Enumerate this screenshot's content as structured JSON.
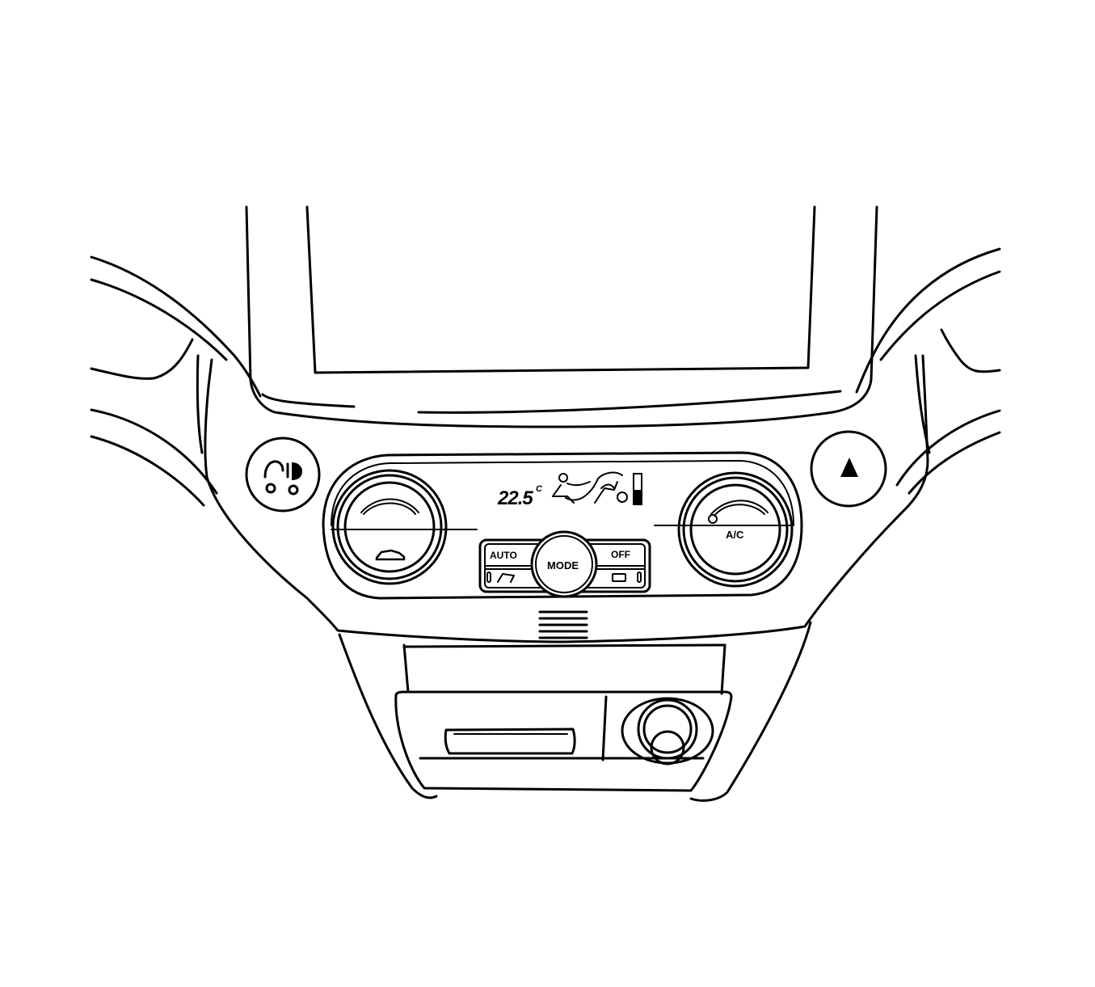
{
  "display": {
    "temperature": "22.5",
    "unit": "C"
  },
  "controls": {
    "auto_label": "AUTO",
    "mode_label": "MODE",
    "off_label": "OFF",
    "ac_label": "A/C"
  },
  "icons": {
    "left_knob": "car-recirculation-icon",
    "left_button": "heated-seat-icon",
    "right_button": "hazard-warning-icon",
    "defrost": "windshield-defrost-icon",
    "rear_defrost": "rear-defrost-icon",
    "fan": "fan-icon"
  }
}
